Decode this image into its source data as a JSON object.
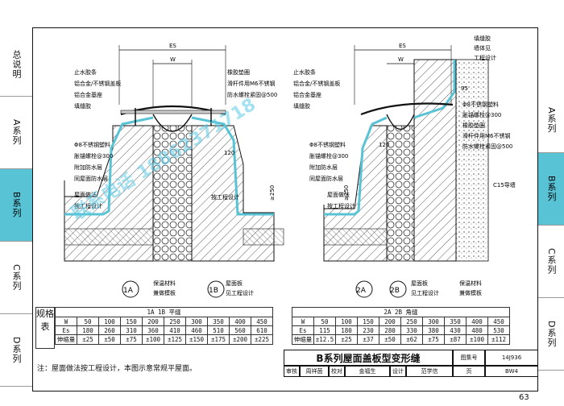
{
  "side_left": [
    {
      "label": "总说明",
      "active": false
    },
    {
      "label": "A系列",
      "active": false
    },
    {
      "label": "B系列",
      "active": true
    },
    {
      "label": "C系列",
      "active": false
    },
    {
      "label": "D系列",
      "active": false
    }
  ],
  "side_right": [
    {
      "label": "A系列",
      "active": false
    },
    {
      "label": "B系列",
      "active": true
    },
    {
      "label": "C系列",
      "active": false
    },
    {
      "label": "D系列",
      "active": false
    }
  ],
  "drawing_left": {
    "dim_es": "ES",
    "dim_w": "W",
    "labels": [
      "止水胶条",
      "铝合金/不锈钢盖板",
      "铝合金基座",
      "填缝胶",
      "Φ8不锈钢塑料",
      "胀锚螺栓@300",
      "附加防水层",
      "同屋面防水层",
      "屋面做法",
      "按工程设计",
      "橡胶垫圈",
      "滑杆件用M6不锈钢",
      "防水螺栓紧固@500"
    ],
    "dim_120": "120",
    "dim_250": "≥250",
    "bottom_labels": [
      "保温材料",
      "兼做模板",
      "屋面板",
      "见工程设计"
    ],
    "bottom_labels_2": [
      "按工程设计"
    ],
    "markers": [
      "1A",
      "1B"
    ]
  },
  "drawing_right": {
    "dim_es": "ES",
    "dim_w": "W",
    "labels": [
      "止水胶条",
      "铝合金/不锈钢盖板",
      "铝合金基座",
      "填缝胶",
      "Φ8不锈钢塑料",
      "胀锚螺栓@300",
      "附加防水层",
      "同屋面防水层",
      "屋面做法",
      "按工程设计"
    ],
    "right_labels": [
      "填缝胶",
      "墙体见",
      "工程设计",
      "Φ8不锈钢塑料",
      "胀锚螺栓@300",
      "橡胶垫圈",
      "滑杆件用M6不锈钢",
      "防水螺栓紧固@500",
      "C15导墙"
    ],
    "dim_120": "120",
    "dim_250": "≥250",
    "dim_95": "95",
    "bottom_labels": [
      "屋面板",
      "见工程设计",
      "保温材料",
      "兼做模板"
    ],
    "markers": [
      "2A",
      "2B"
    ]
  },
  "spec": {
    "header": "规格表",
    "left_title": "1A  1B 平缝",
    "right_title": "2A  2B 角缝",
    "row_labels": [
      "W",
      "Es",
      "伸缩量"
    ],
    "left": {
      "W": [
        "50",
        "100",
        "150",
        "200",
        "250",
        "300",
        "350",
        "400",
        "450"
      ],
      "Es": [
        "180",
        "260",
        "310",
        "360",
        "410",
        "460",
        "510",
        "560",
        "610"
      ],
      "stretch": [
        "±25",
        "±50",
        "±75",
        "±100",
        "±125",
        "±150",
        "±175",
        "±200",
        "±225"
      ]
    },
    "right": {
      "W": [
        "50",
        "100",
        "150",
        "200",
        "250",
        "300",
        "350",
        "400",
        "450"
      ],
      "Es": [
        "115",
        "180",
        "230",
        "280",
        "330",
        "380",
        "430",
        "480",
        "530"
      ],
      "stretch": [
        "±12.5",
        "±25",
        "±37",
        "±50",
        "±62",
        "±75",
        "±87",
        "±100",
        "±112"
      ]
    }
  },
  "note": "注：屋面做法按工程设计，本图示意常规平屋面。",
  "title_block": {
    "title": "B系列屋面盖板型变形缝",
    "atlas_label": "图集号",
    "atlas_no": "14J936",
    "page_label": "页",
    "page_no": "BW4",
    "review": "审核",
    "reviewer": "周祥茵",
    "check": "校对",
    "checker": "金福生",
    "design": "设计",
    "designer": "范学信"
  },
  "page_number": "63",
  "watermark": "联系电话 18862371718"
}
